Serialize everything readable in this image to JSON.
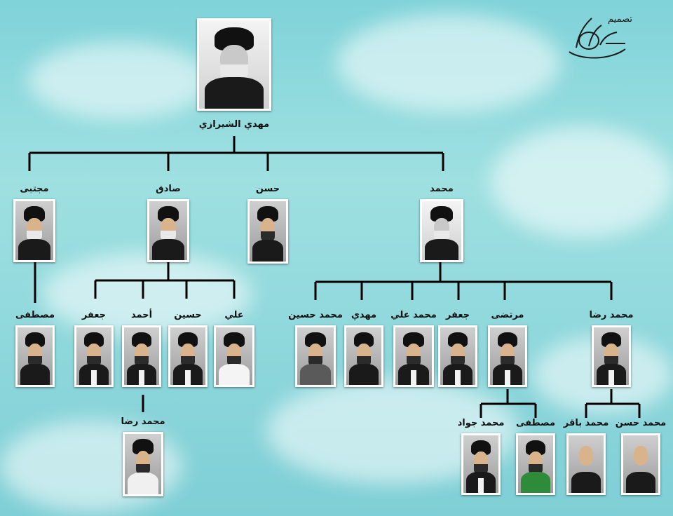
{
  "logo": {
    "design_label": "تصميم"
  },
  "tree": {
    "root": {
      "name": "مهدي الشيرازي"
    },
    "children": [
      {
        "name": "مجتبى"
      },
      {
        "name": "صادق"
      },
      {
        "name": "حسن"
      },
      {
        "name": "محمد"
      }
    ],
    "grandchildren": {
      "mojtaba": [
        {
          "name": "مصطفى"
        }
      ],
      "sadiq": [
        {
          "name": "جعفر"
        },
        {
          "name": "أحمد"
        },
        {
          "name": "حسين"
        },
        {
          "name": "علي"
        }
      ],
      "mohammad": [
        {
          "name": "محمد حسين"
        },
        {
          "name": "مهدي"
        },
        {
          "name": "محمد علي"
        },
        {
          "name": "جعفر"
        },
        {
          "name": "مرتضى"
        },
        {
          "name": "محمد رضا"
        }
      ]
    },
    "great_grandchildren": {
      "ahmad": [
        {
          "name": "محمد رضا"
        }
      ],
      "mortada": [
        {
          "name": "محمد جواد"
        },
        {
          "name": "مصطفى"
        }
      ],
      "mohammad_reda": [
        {
          "name": "محمد باقر"
        },
        {
          "name": "محمد حسن"
        }
      ]
    }
  }
}
